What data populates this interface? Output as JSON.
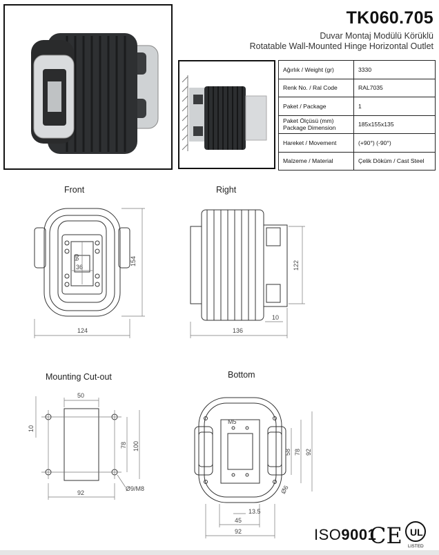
{
  "header": {
    "code": "TK060.705",
    "subtitle_tr": "Duvar Montaj Modülü Körüklü",
    "subtitle_en": "Rotatable Wall-Mounted Hinge Horizontal Outlet"
  },
  "specs": [
    {
      "label": "Ağırlık / Weight (gr)",
      "value": "3330"
    },
    {
      "label": "Renk No. / Ral Code",
      "value": "RAL7035"
    },
    {
      "label": "Paket / Package",
      "value": "1"
    },
    {
      "label": "Paket Ölçüsü (mm)",
      "label2": "Package Dimension",
      "value": "185x155x135"
    },
    {
      "label": "Hareket / Movement",
      "value": "(+90°) (-90°)"
    },
    {
      "label": "Malzeme / Material",
      "value": "Çelik Döküm / Cast Steel"
    }
  ],
  "views": {
    "front": "Front",
    "right": "Right",
    "cutout": "Mounting Cut-out",
    "bottom": "Bottom"
  },
  "dims": {
    "front_w": "124",
    "front_h": "154",
    "front_60": "60",
    "front_36": "36",
    "right_w": "136",
    "right_h": "122",
    "right_10": "10",
    "cut_50": "50",
    "cut_10": "10",
    "cut_78": "78",
    "cut_100": "100",
    "cut_92": "92",
    "cut_hole": "Ø9/M8",
    "bot_m5": "M5",
    "bot_58": "58",
    "bot_78": "78",
    "bot_92": "92",
    "bot_6": "Ø6",
    "bot_135": "13.5",
    "bot_45": "45",
    "bot_92w": "92"
  },
  "certs": {
    "iso_prefix": "ISO",
    "iso_num": "9001",
    "ce": "CE",
    "ul": "LISTED"
  }
}
